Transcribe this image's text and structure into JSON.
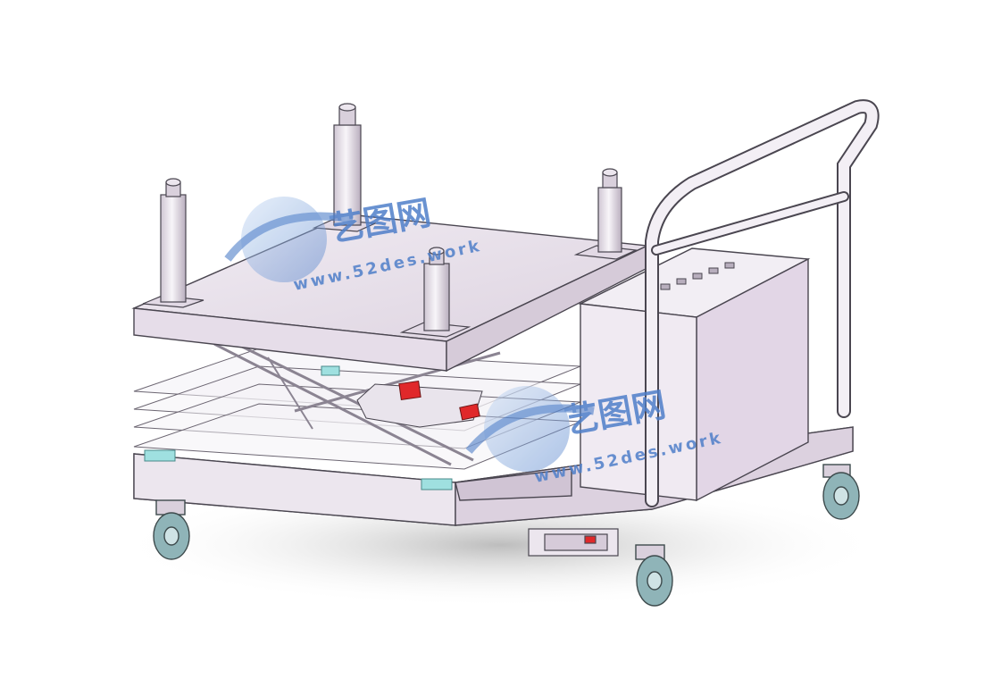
{
  "watermarks": [
    {
      "brand": "艺图网",
      "url": "www.52des.work"
    },
    {
      "brand": "艺图网",
      "url": "www.52des.work"
    }
  ],
  "colors": {
    "background": "#ffffff",
    "plate": "#e9e3ec",
    "plate_dark": "#cfc5d3",
    "plate_edge": "#4a4650",
    "cabinet_front": "#e6dce9",
    "cabinet_side": "#f4f0f5",
    "scissor": "#b7b1bd",
    "accent_red": "#e0282a",
    "accent_cyan": "#9fe0e0",
    "wheel": "#8fb4b8",
    "shadow": "#cfcfcf",
    "watermark": "#4f7fc9"
  },
  "icons": [
    "globe-logo-icon",
    "red-actuator-icon",
    "caster-wheel-icon"
  ]
}
